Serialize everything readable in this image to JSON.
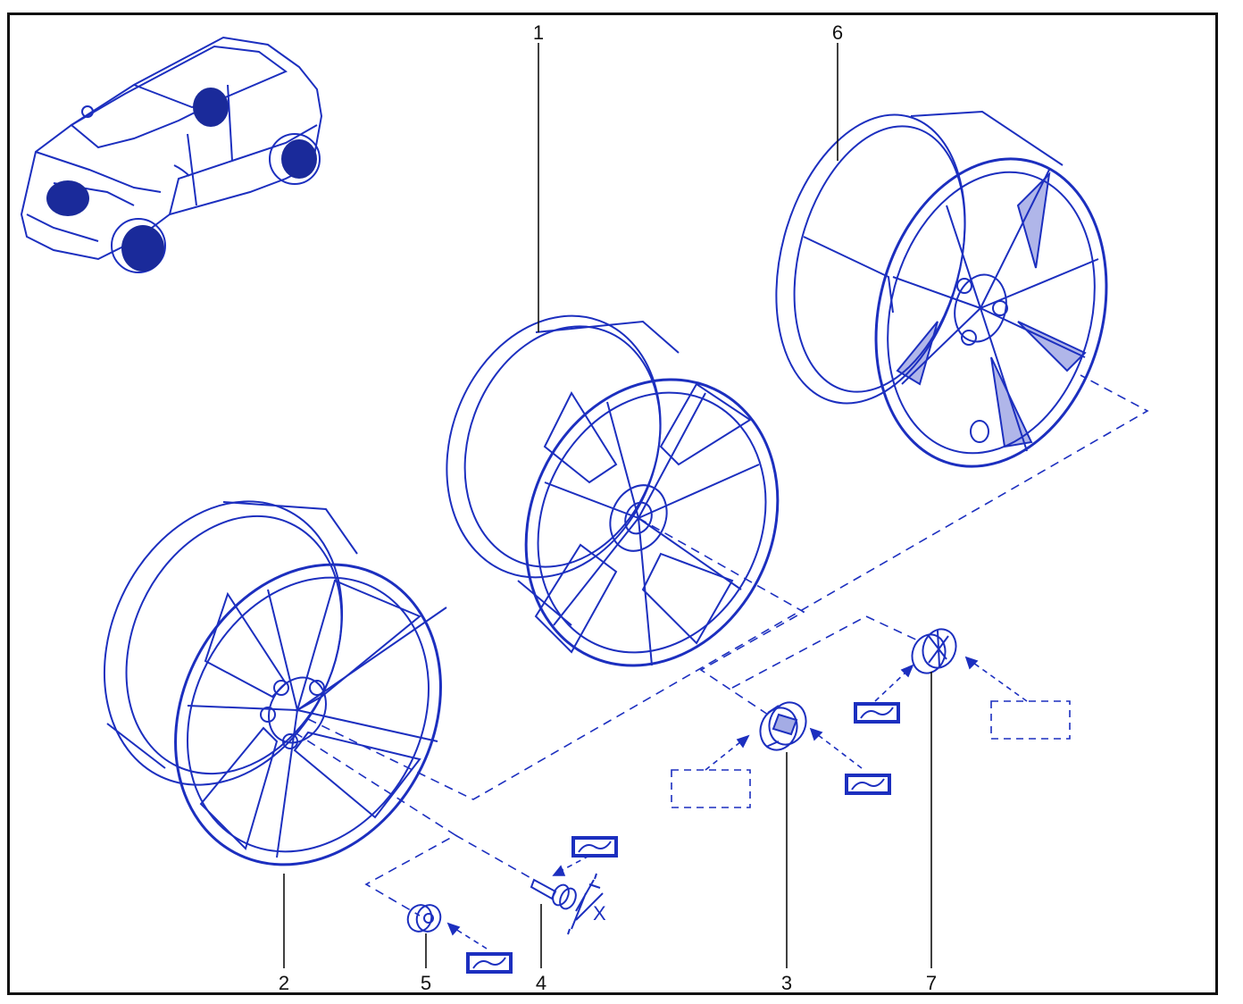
{
  "colors": {
    "line": "#1c2fbf",
    "fill": "#1a2a9a",
    "text": "#111111",
    "frame": "#111111"
  },
  "callouts": {
    "c1": "1",
    "c2": "2",
    "c3": "3",
    "c4": "4",
    "c5": "5",
    "c6": "6",
    "c7": "7"
  },
  "dimension_label": "X",
  "icons": [
    "car-locator-icon",
    "lubricant-symbol-icon",
    "reference-box-icon"
  ]
}
